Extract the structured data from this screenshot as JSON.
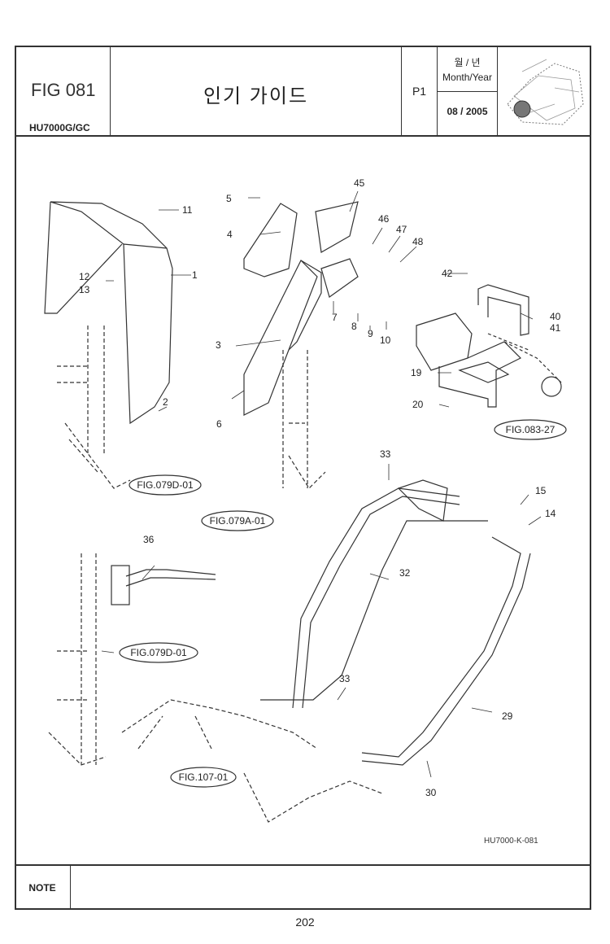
{
  "header": {
    "fig_no": "FIG 081",
    "model": "HU7000G/GC",
    "title": "인기 가이드",
    "page": "P1",
    "month_year_kr": "월 / 년",
    "month_year_en": "Month/Year",
    "date": "08 / 2005"
  },
  "diagram": {
    "callouts": [
      "1",
      "2",
      "3",
      "4",
      "5",
      "6",
      "7",
      "8",
      "9",
      "10",
      "11",
      "12",
      "13",
      "14",
      "15",
      "19",
      "20",
      "29",
      "30",
      "32",
      "33",
      "33",
      "36",
      "40",
      "41",
      "42",
      "45",
      "46",
      "47",
      "48"
    ],
    "references": [
      "FIG.079D-01",
      "FIG.079A-01",
      "FIG.083-27",
      "FIG.079D-01",
      "FIG.107-01"
    ],
    "drawing_code": "HU7000-K-081"
  },
  "footer": {
    "note_label": "NOTE",
    "page_number": "202"
  }
}
